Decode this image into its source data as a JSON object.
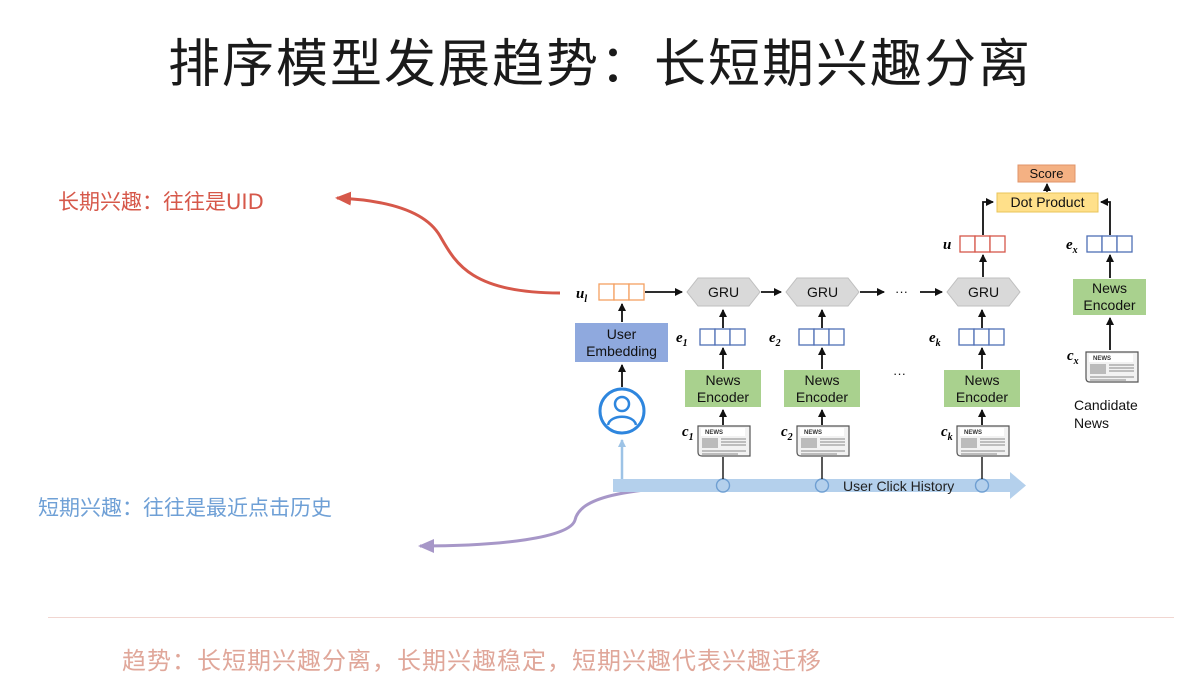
{
  "title": "排序模型发展趋势：长短期兴趣分离",
  "notes": {
    "long_term": "长期兴趣：往往是UID",
    "short_term": "短期兴趣：往往是最近点击历史"
  },
  "footer": "趋势：长短期兴趣分离，长期兴趣稳定，短期兴趣代表兴趣迁移",
  "diagram": {
    "score": "Score",
    "dot_product": "Dot Product",
    "user_embedding": [
      "User",
      "Embedding"
    ],
    "gru": "GRU",
    "news_encoder": [
      "News",
      "Encoder"
    ],
    "candidate_news": [
      "Candidate",
      "News"
    ],
    "user_click_history": "User Click History",
    "ellipsis": "···",
    "news_icon_text": "NEWS",
    "labels": {
      "u_l": "u",
      "u_l_sub": "l",
      "u": "u",
      "e1": "e",
      "e1_sub": "1",
      "e2": "e",
      "e2_sub": "2",
      "ek": "e",
      "ek_sub": "k",
      "ex": "e",
      "ex_sub": "x",
      "c1": "c",
      "c1_sub": "1",
      "c2": "c",
      "c2_sub": "2",
      "ck": "c",
      "ck_sub": "k",
      "cx": "c",
      "cx_sub": "x"
    }
  },
  "colors": {
    "long_term_arrow": "#d6584a",
    "short_term_arrow": "#a797c8",
    "gru_fill": "#d9d9d9",
    "encoder_fill": "#a9d18e",
    "user_embedding_fill": "#8fa9de",
    "dot_product_fill": "#ffe08a",
    "score_fill": "#f4b183",
    "history_bar": "#9dc3e6"
  }
}
